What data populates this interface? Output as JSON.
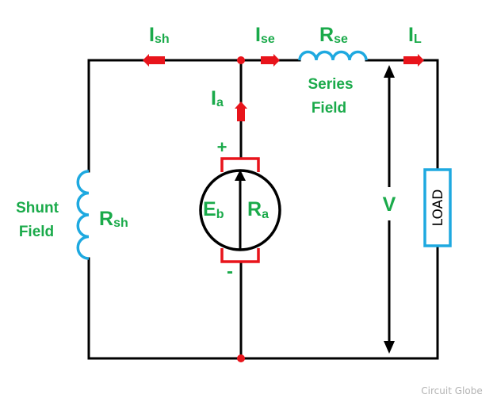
{
  "colors": {
    "wire": "#000000",
    "label": "#1aaa4a",
    "arrow": "#e8141b",
    "coil": "#1ea9e0",
    "load_box": "#1ea9e0",
    "brush": "#e8141b",
    "node": "#e8141b",
    "watermark": "#b3b3b3"
  },
  "labels": {
    "i_sh": {
      "main": "I",
      "sub": "sh"
    },
    "i_se": {
      "main": "I",
      "sub": "se"
    },
    "r_se": {
      "main": "R",
      "sub": "se"
    },
    "i_l": {
      "main": "I",
      "sub": "L"
    },
    "i_a": {
      "main": "I",
      "sub": "a"
    },
    "series_field": [
      "Series",
      "Field"
    ],
    "shunt_field": [
      "Shunt",
      "Field"
    ],
    "r_sh": {
      "main": "R",
      "sub": "sh"
    },
    "e_b": {
      "main": "E",
      "sub": "b"
    },
    "r_a": {
      "main": "R",
      "sub": "a"
    },
    "plus": "+",
    "minus": "-",
    "voltage": "V",
    "load": "LOAD"
  },
  "watermark": "Circuit Globe",
  "icons": {
    "current_arrow": "arrow-icon",
    "armature": "motor-armature-icon",
    "coil": "inductor-coil-icon"
  }
}
